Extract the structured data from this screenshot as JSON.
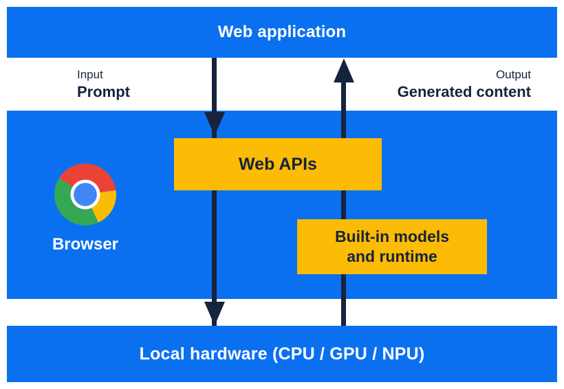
{
  "diagram": {
    "title": "Web application",
    "input": {
      "caption": "Input",
      "label": "Prompt"
    },
    "output": {
      "caption": "Output",
      "label": "Generated content"
    },
    "browser": {
      "label": "Browser",
      "icon": "chrome-logo"
    },
    "web_apis": {
      "label": "Web APIs"
    },
    "builtin": {
      "line1": "Built-in models",
      "line2": "and runtime"
    },
    "local_hardware": {
      "label": "Local hardware (CPU / GPU / NPU)"
    }
  },
  "colors": {
    "blue": "#0b70f0",
    "yellow": "#fcbb05",
    "navy": "#17233d",
    "white_text": "#ffffff",
    "chrome_red": "#ea4335",
    "chrome_green": "#34a853",
    "chrome_yellow": "#fbbc05",
    "chrome_blue": "#4285f4"
  }
}
